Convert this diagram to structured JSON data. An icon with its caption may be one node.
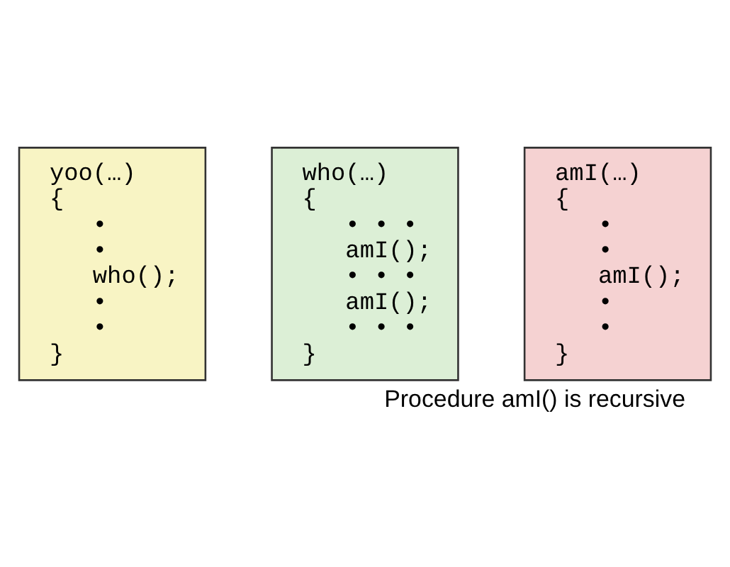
{
  "diagram": {
    "caption": "Procedure amI() is recursive",
    "nodes": [
      {
        "text": [
          "yoo(…)",
          "{",
          "•",
          "•",
          "who();",
          "•",
          "•",
          "}"
        ]
      },
      {
        "text": [
          "who(…)",
          "{",
          "• • •",
          "amI();",
          "• • •",
          "amI();",
          "• • •",
          "}"
        ]
      },
      {
        "text": [
          "amI(…)",
          "{",
          "•",
          "•",
          "amI();",
          "•",
          "•",
          "}"
        ]
      }
    ]
  }
}
